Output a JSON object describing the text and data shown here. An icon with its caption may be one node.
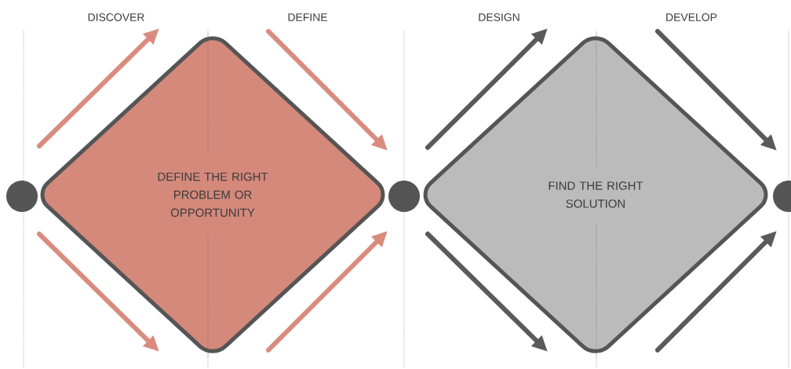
{
  "diagram": {
    "nodes": [
      {
        "text": [],
        "shape": "circle"
      },
      {
        "text": [
          "DEFINE THE RIGHT PROBLEM OR OPPORTUNITY"
        ]
      },
      {
        "text": [],
        "shape": "circle"
      },
      {
        "text": [
          "FIND THE RIGHT SOLUTION"
        ]
      },
      {
        "text": [],
        "shape": "circle"
      }
    ],
    "labels": [
      "DISCOVER",
      "DEFINE",
      "DESIGN",
      "DEVELOP"
    ]
  }
}
